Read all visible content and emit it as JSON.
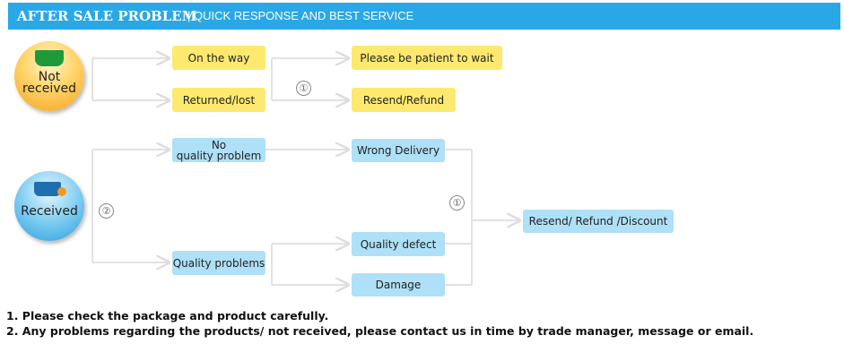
{
  "header": {
    "title": "AFTER SALE PROBLEM",
    "subtitle": "| QUICK RESPONSE AND BEST SERVICE",
    "color": "#2aa7e6"
  },
  "not_received": {
    "label_1": "Not",
    "label_2": "received",
    "icon": "basket-icon",
    "step": "①",
    "branches": [
      "On the way",
      "Returned/lost"
    ],
    "results": [
      "Please be patient to wait",
      "Resend/Refund"
    ]
  },
  "received": {
    "label": "Received",
    "icon": "basket-add-icon",
    "step": "②",
    "step2": "①",
    "branches": [
      "No",
      "quality problem",
      "Quality problems"
    ],
    "issues": [
      "Wrong Delivery",
      "Quality defect",
      "Damage"
    ],
    "result": "Resend/ Refund /Discount"
  },
  "notes": [
    "1. Please check the package and product carefully.",
    "2. Any problems regarding the products/ not received, please contact us in time by trade manager, message or email."
  ]
}
